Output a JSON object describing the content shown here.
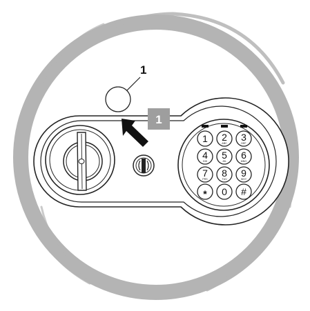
{
  "ring": {
    "color": "#b4b4b4"
  },
  "callout": {
    "number": "1"
  },
  "step_badge": {
    "label": "1",
    "color": "#9e9e9e"
  },
  "arrow": {
    "direction": "up-left",
    "color": "#111111"
  },
  "lock": {
    "panel_color": "#ffffff",
    "outline_color": "#222222",
    "icon": "key-cylinder-icon"
  },
  "keypad": {
    "indicator_count": 3,
    "keys": [
      {
        "label": "1",
        "sub": ""
      },
      {
        "label": "2",
        "sub": "ABC"
      },
      {
        "label": "3",
        "sub": "DEF"
      },
      {
        "label": "4",
        "sub": "GHI"
      },
      {
        "label": "5",
        "sub": "JKL"
      },
      {
        "label": "6",
        "sub": "MNO"
      },
      {
        "label": "7",
        "sub": "PRS"
      },
      {
        "label": "8",
        "sub": "TUV"
      },
      {
        "label": "9",
        "sub": "WXY"
      },
      {
        "label": "*",
        "sub": ""
      },
      {
        "label": "0",
        "sub": ""
      },
      {
        "label": "#",
        "sub": ""
      }
    ]
  }
}
